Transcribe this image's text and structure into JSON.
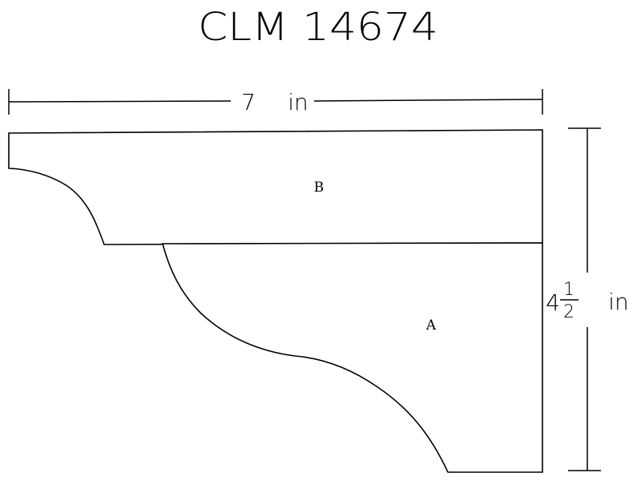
{
  "title": "CLM 14674",
  "width_dimension": {
    "value": "7",
    "unit": "in"
  },
  "height_dimension": {
    "whole": "4",
    "numerator": "1",
    "denominator": "2",
    "unit": "in"
  },
  "parts": {
    "top": "B",
    "bottom": "A"
  }
}
